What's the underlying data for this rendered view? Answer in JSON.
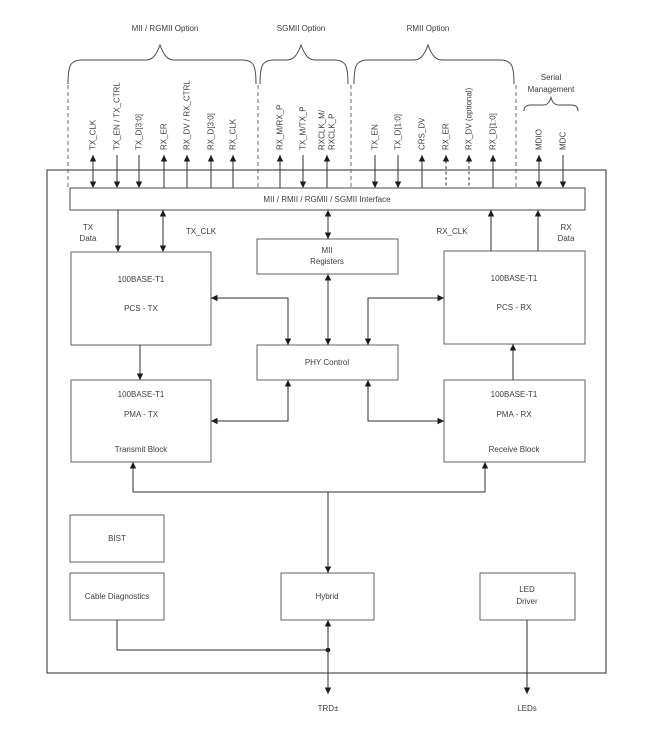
{
  "colors": {
    "background": "#ffffff",
    "line": "#2f2f2f",
    "text": "#3c3c3c"
  },
  "groups": [
    {
      "label": "MII / RGMII Option"
    },
    {
      "label": "SGMII Option"
    },
    {
      "label": "RMII Option"
    },
    {
      "label_line1": "Serial",
      "label_line2": "Management"
    }
  ],
  "signals": [
    {
      "label": "TX_CLK",
      "direction": "bidirectional"
    },
    {
      "label": "TX_EN / TX_CTRL",
      "direction": "input"
    },
    {
      "label": "TX_D[3:0]",
      "direction": "input"
    },
    {
      "label": "RX_ER",
      "direction": "output"
    },
    {
      "label": "RX_DV / RX_CTRL",
      "direction": "output"
    },
    {
      "label": "RX_D[3:0]",
      "direction": "output"
    },
    {
      "label": "RX_CLK",
      "direction": "output"
    },
    {
      "label": "RX_M/RX_P",
      "direction": "output"
    },
    {
      "label": "TX_M/TX_P",
      "direction": "input"
    },
    {
      "label": "RXCLK_M/",
      "label2": "RXCLK_P",
      "direction": "output"
    },
    {
      "label": "TX_EN",
      "direction": "input"
    },
    {
      "label": "TX_D[1:0]",
      "direction": "input"
    },
    {
      "label": "CRS_DV",
      "direction": "output"
    },
    {
      "label": "RX_ER",
      "direction": "output",
      "dashed": true
    },
    {
      "label": "RX_DV (optional)",
      "direction": "output",
      "dashed": true
    },
    {
      "label": "RX_D[1:0]",
      "direction": "output"
    },
    {
      "label": "MDIO",
      "direction": "bidirectional"
    },
    {
      "label": "MDC",
      "direction": "input"
    }
  ],
  "interface_bar": {
    "label": "MII / RMII / RGMII / SGMII Interface"
  },
  "inner_labels": {
    "tx_data_1": "TX",
    "tx_data_2": "Data",
    "tx_clk": "TX_CLK",
    "rx_clk": "RX_CLK",
    "rx_data_1": "RX",
    "rx_data_2": "Data"
  },
  "blocks": {
    "pcs_tx": {
      "lines": [
        "100BASE-T1",
        "PCS - TX"
      ]
    },
    "mii_registers": {
      "lines": [
        "MII",
        "Registers"
      ]
    },
    "pcs_rx": {
      "lines": [
        "100BASE-T1",
        "PCS - RX"
      ]
    },
    "phy_control": {
      "lines": [
        "PHY Control"
      ]
    },
    "pma_tx": {
      "lines": [
        "100BASE-T1",
        "PMA - TX",
        "Transmit Block"
      ]
    },
    "pma_rx": {
      "lines": [
        "100BASE-T1",
        "PMA - RX",
        "Receive Block"
      ]
    },
    "bist": {
      "lines": [
        "BIST"
      ]
    },
    "cable_diagnostics": {
      "lines": [
        "Cable Diagnostics"
      ]
    },
    "hybrid": {
      "lines": [
        "Hybrid"
      ]
    },
    "led_driver": {
      "lines": [
        "LED",
        "Driver"
      ]
    }
  },
  "external_ports": {
    "trd": "TRD±",
    "leds": "LEDs"
  }
}
